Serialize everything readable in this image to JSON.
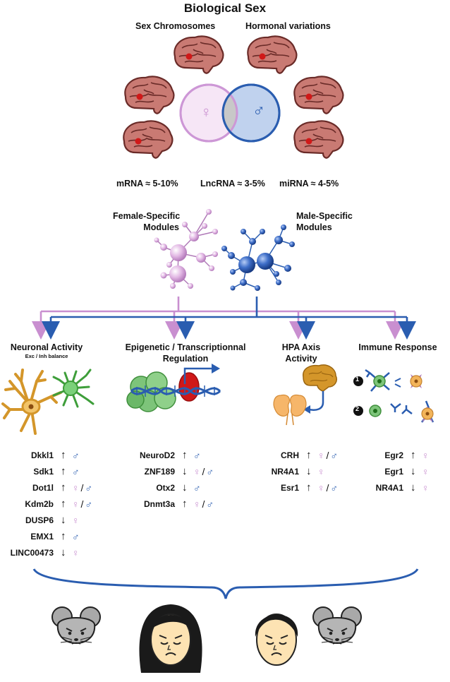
{
  "title": "Biological Sex",
  "headers": {
    "left": "Sex Chromosomes",
    "right": "Hormonal variations"
  },
  "venn": {
    "female_symbol": "♀",
    "male_symbol": "♂"
  },
  "percentages": [
    {
      "label": "mRNA ≈ 5-10%"
    },
    {
      "label": "LncRNA ≈ 3-5%"
    },
    {
      "label": "miRNA ≈ 4-5%"
    }
  ],
  "modules": {
    "female_line1": "Female-Specific",
    "female_line2": "Modules",
    "male_line1": "Male-Specific",
    "male_line2": "Modules"
  },
  "categories": [
    {
      "line1": "Neuronal Activity",
      "line2": "",
      "sub": "Exc / Inh balance"
    },
    {
      "line1": "Epigenetic / Transcriptionnal",
      "line2": "Regulation",
      "sub": ""
    },
    {
      "line1": "HPA Axis",
      "line2": "Activity",
      "sub": ""
    },
    {
      "line1": "Immune Response",
      "line2": "",
      "sub": ""
    }
  ],
  "immune_markers": [
    "1",
    "2"
  ],
  "gene_columns": [
    [
      {
        "gene": "Dkkl1",
        "dir": "↑",
        "sex": "♂"
      },
      {
        "gene": "Sdk1",
        "dir": "↑",
        "sex": "♂"
      },
      {
        "gene": "Dot1l",
        "dir": "↑",
        "sex": "♀/♂"
      },
      {
        "gene": "Kdm2b",
        "dir": "↑",
        "sex": "♀/♂"
      },
      {
        "gene": "DUSP6",
        "dir": "↓",
        "sex": "♀"
      },
      {
        "gene": "EMX1",
        "dir": "↑",
        "sex": "♂"
      },
      {
        "gene": "LINC00473",
        "dir": "↓",
        "sex": "♀"
      }
    ],
    [
      {
        "gene": "NeuroD2",
        "dir": "↑",
        "sex": "♂"
      },
      {
        "gene": "ZNF189",
        "dir": "↓",
        "sex": "♀/♂"
      },
      {
        "gene": "Otx2",
        "dir": "↓",
        "sex": "♂"
      },
      {
        "gene": "Dnmt3a",
        "dir": "↑",
        "sex": "♀/♂"
      }
    ],
    [
      {
        "gene": "CRH",
        "dir": "↑",
        "sex": "♀/♂"
      },
      {
        "gene": "NR4A1",
        "dir": "↓",
        "sex": "♀"
      },
      {
        "gene": "Esr1",
        "dir": "↑",
        "sex": "♀/♂"
      }
    ],
    [
      {
        "gene": "Egr2",
        "dir": "↑",
        "sex": "♀"
      },
      {
        "gene": "Egr1",
        "dir": "↓",
        "sex": "♀"
      },
      {
        "gene": "NR4A1",
        "dir": "↓",
        "sex": "♀"
      }
    ]
  ],
  "colors": {
    "female": "#c98fd0",
    "male": "#2a5db0",
    "brain": "#c97a73",
    "brain_dark": "#6a2b28",
    "neuron_orange": "#d4962a",
    "neuron_green": "#4fb04a",
    "dna_blue": "#2a5db0",
    "nucleosome_green": "#7dc47a",
    "kidney": "#f6b66a"
  },
  "icons": {
    "brains": "brain-icon",
    "mouse": "mouse-face-icon",
    "woman": "sad-woman-icon",
    "man": "sad-man-icon"
  }
}
